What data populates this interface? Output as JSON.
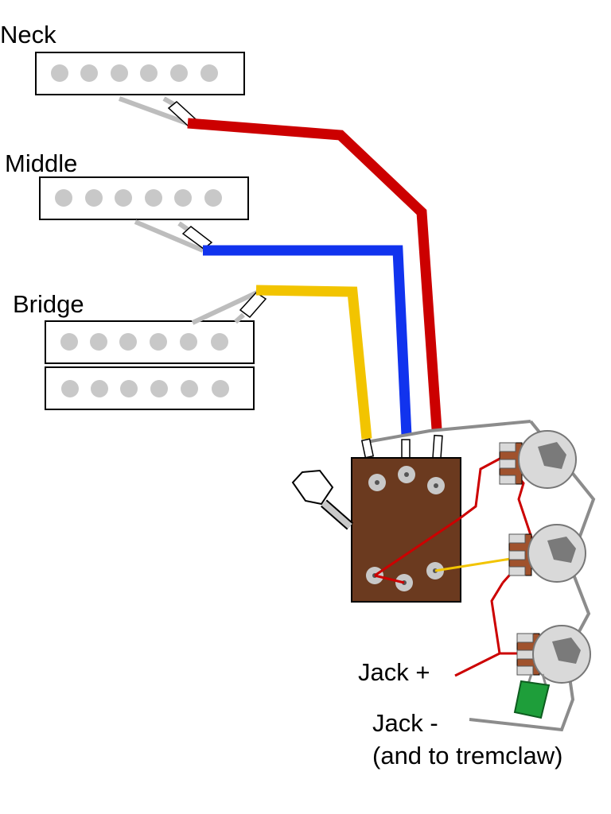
{
  "labels": {
    "neck": "Neck",
    "middle": "Middle",
    "bridge": "Bridge",
    "jack_plus": "Jack +",
    "jack_minus": "Jack -",
    "tremclaw": "(and to tremclaw)"
  },
  "colors": {
    "neck_wire": "#cc0000",
    "middle_wire": "#1133ee",
    "bridge_wire": "#f2c400",
    "ground_wire": "#8c8c8c",
    "hot_wire": "#cc0000",
    "tone_wire": "#f2c400",
    "switch_body": "#6b3a1f",
    "pickup_pole": "#c8c8c8",
    "pot_body": "#d9d9d9",
    "pot_lug": "#a0522d",
    "capacitor": "#1e9e3a"
  }
}
